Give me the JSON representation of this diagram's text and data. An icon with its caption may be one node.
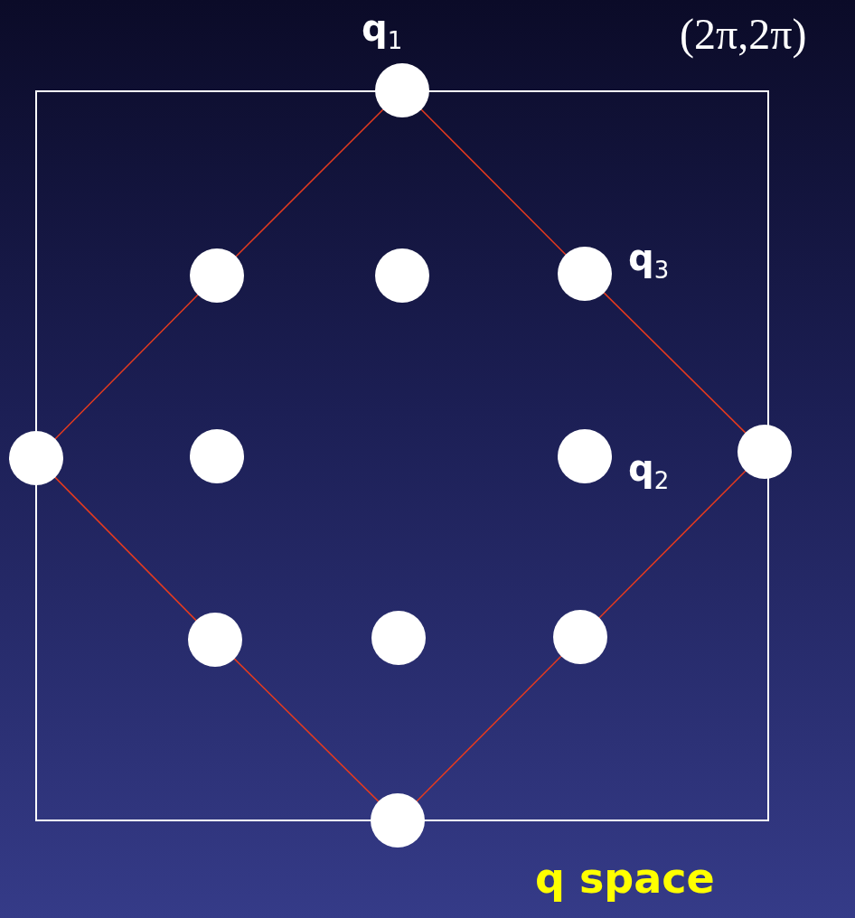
{
  "diagram": {
    "nodes": [
      {
        "text": [],
        "shape": "circle",
        "beside": [
          "q$_{1}$"
        ]
      },
      {
        "text": [],
        "shape": "circle"
      },
      {
        "text": [],
        "shape": "circle"
      },
      {
        "text": [],
        "shape": "circle",
        "beside": [
          "q$_{3}$"
        ]
      },
      {
        "text": [],
        "shape": "circle"
      },
      {
        "text": [],
        "shape": "circle"
      },
      {
        "text": [],
        "shape": "circle",
        "beside": [
          "q$_{2}$"
        ]
      },
      {
        "text": [],
        "shape": "circle"
      },
      {
        "text": [],
        "shape": "circle"
      },
      {
        "text": [],
        "shape": "circle"
      },
      {
        "text": [],
        "shape": "circle"
      },
      {
        "text": [],
        "shape": "circle"
      }
    ],
    "edges": [
      {
        "from": 0,
        "to": 1,
        "arrow": "none"
      },
      {
        "from": 1,
        "to": 4,
        "arrow": "none"
      },
      {
        "from": 4,
        "to": 8,
        "arrow": "none"
      },
      {
        "from": 8,
        "to": 11,
        "arrow": "none"
      },
      {
        "from": 11,
        "to": 10,
        "arrow": "none"
      },
      {
        "from": 10,
        "to": 7,
        "arrow": "none"
      },
      {
        "from": 7,
        "to": 3,
        "arrow": "none"
      },
      {
        "from": 3,
        "to": 0,
        "arrow": "none"
      }
    ],
    "labels": [
      "(2π,2π)",
      "q space"
    ]
  }
}
